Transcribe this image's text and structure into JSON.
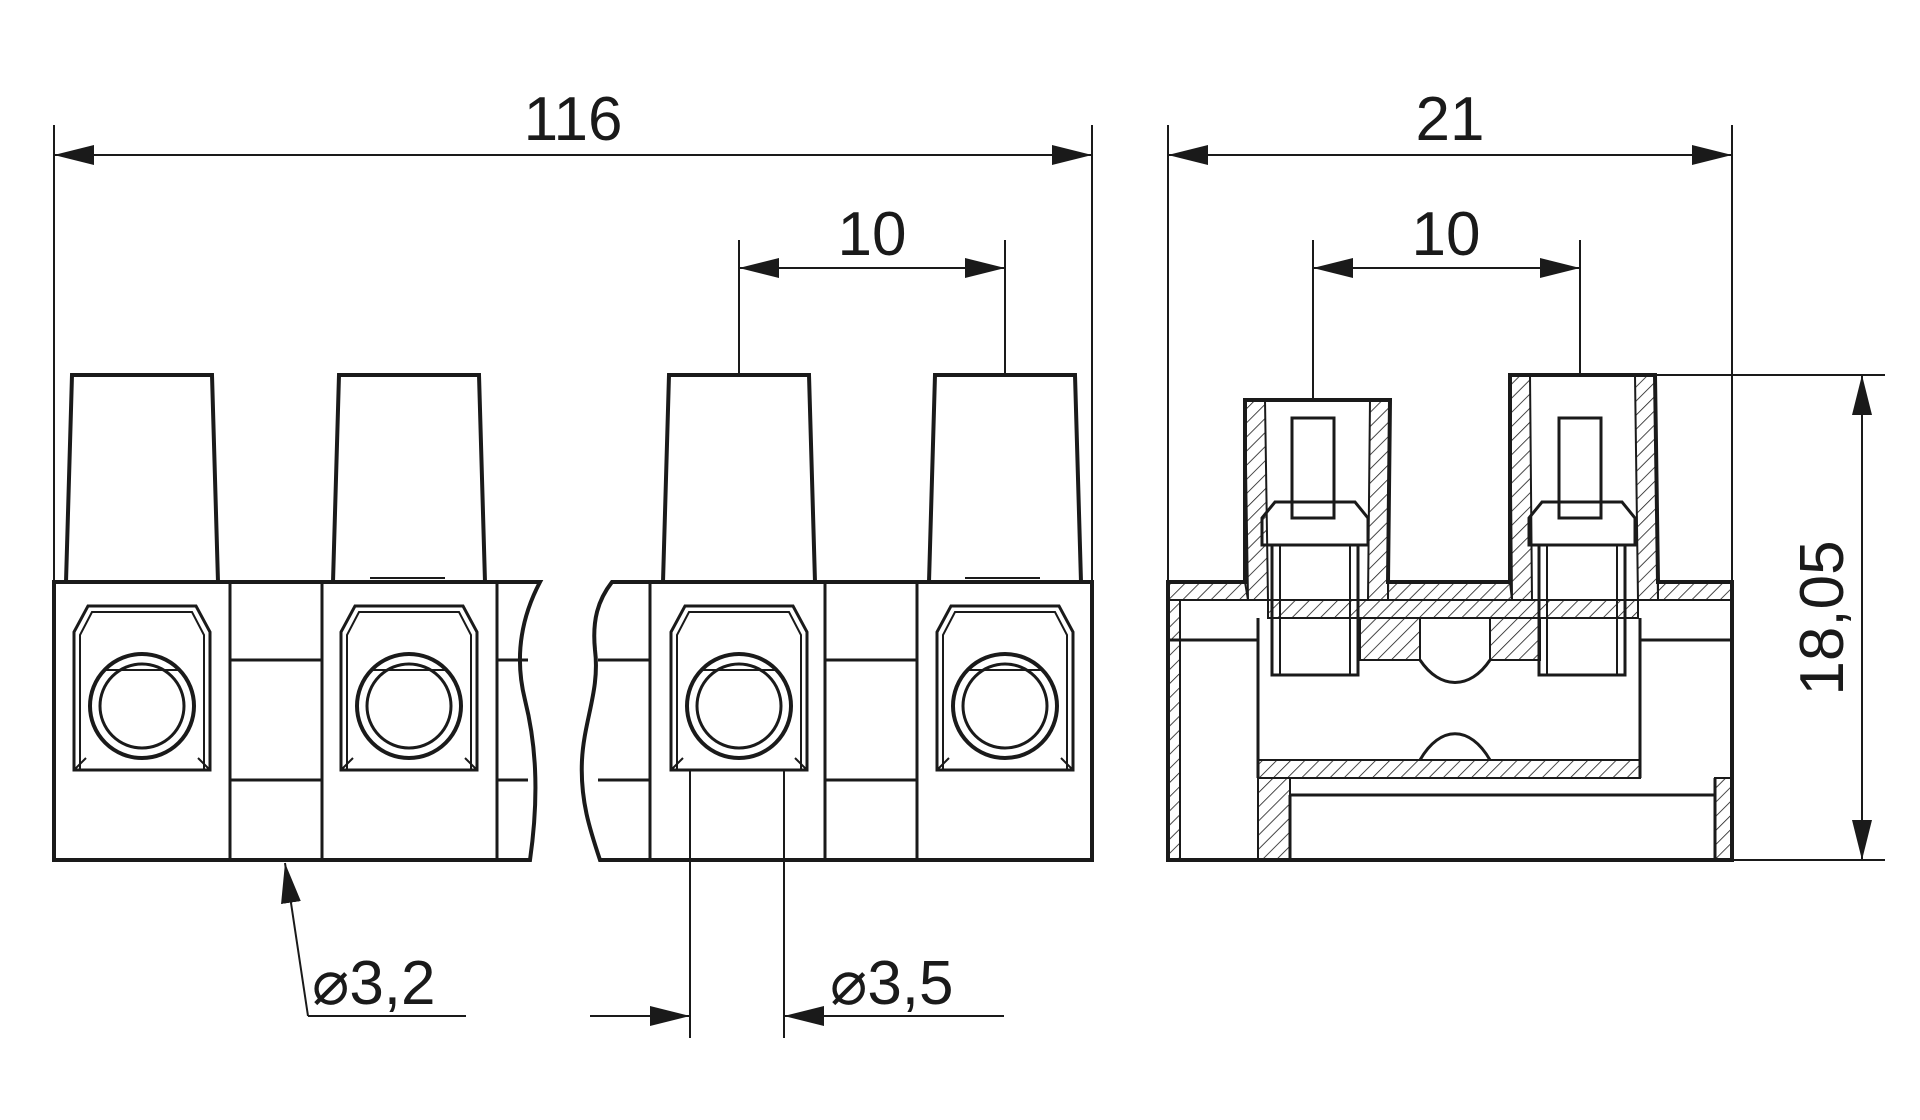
{
  "dimensions": {
    "overall_length": "116",
    "pitch_front": "10",
    "width_side": "21",
    "pitch_side": "10",
    "height_side": "18,05",
    "hole_small": "⌀3,2",
    "hole_large": "⌀3,5"
  },
  "colors": {
    "line": "#1a1a1a",
    "background": "#ffffff"
  }
}
